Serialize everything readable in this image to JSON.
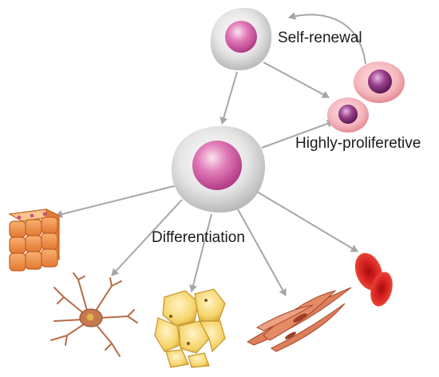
{
  "labels": {
    "self_renewal": "Self-renewal",
    "highly_proliferative": "Highly-proliferetive",
    "differentiation": "Differentiation"
  },
  "colors": {
    "arrow": "#a6a6a6",
    "cell_membrane": "#dcdcdc",
    "nucleus": "#d566a8",
    "nucleus_dark": "#7a2a6a",
    "progenitor_pink": "#f3b8bd",
    "epithelial": "#f0974f",
    "neuron": "#b86b44",
    "fat": "#f5d36a",
    "muscle": "#d97a5a",
    "blood": "#d8201f"
  },
  "icons": {
    "stem_cell": "stem-cell-icon",
    "progenitor_cell": "progenitor-cell-icon",
    "pluripotent_cell": "pluripotent-cell-icon",
    "epithelial_cells": "epithelial-cells-icon",
    "neuron": "neuron-icon",
    "adipocytes": "adipocytes-icon",
    "muscle_cells": "muscle-cells-icon",
    "red_blood_cells": "red-blood-cells-icon"
  }
}
